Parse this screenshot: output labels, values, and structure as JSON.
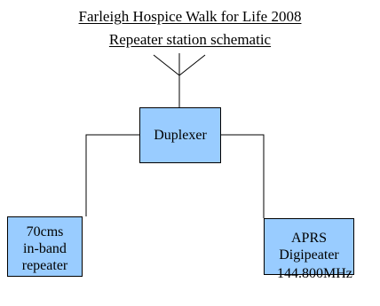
{
  "title": {
    "line1": "Farleigh Hospice Walk for Life 2008",
    "line2": "Repeater station schematic"
  },
  "nodes": {
    "duplexer": "Duplexer",
    "repeater": "70cms\nin-band\nrepeater",
    "digipeater": "APRS\nDigipeater"
  },
  "frequency": "144.800MHz",
  "colors": {
    "box_fill": "#99ccff",
    "line": "#000000"
  }
}
